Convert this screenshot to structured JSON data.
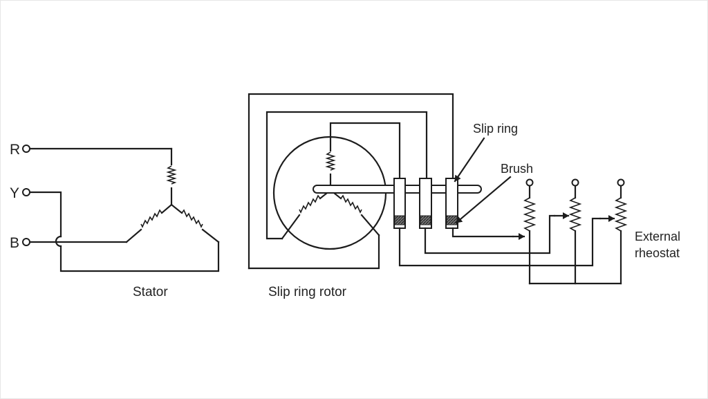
{
  "labels": {
    "r": "R",
    "y": "Y",
    "b": "B",
    "stator": "Stator",
    "rotor": "Slip ring rotor",
    "slip_ring": "Slip ring",
    "brush": "Brush",
    "rheostat_line1": "External",
    "rheostat_line2": "rheostat"
  },
  "colors": {
    "ink": "#1c1c1c",
    "background": "#ffffff"
  }
}
